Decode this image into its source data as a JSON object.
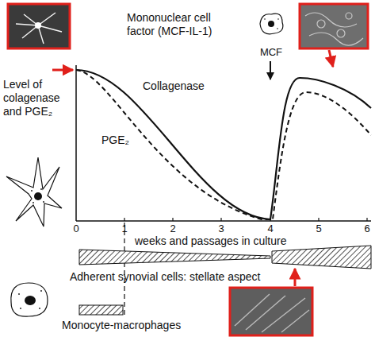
{
  "diagram": {
    "labels": [
      "Mononuclear cell factor (MCF-IL-1)",
      "MCF",
      "Collagenase",
      "PGE₂",
      "Level of colagenase and PGE₂",
      "0",
      "1",
      "2",
      "3",
      "4",
      "5",
      "6",
      "weeks and passages in culture",
      "Adherent synovial cells: stellate aspect",
      "Monocyte-macrophages"
    ]
  }
}
